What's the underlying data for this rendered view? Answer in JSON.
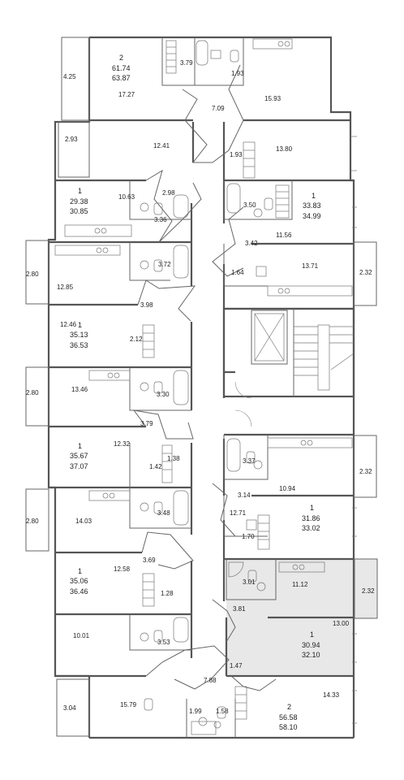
{
  "colors": {
    "highlight": "#e8e8e8",
    "wall": "#555555",
    "fixture": "#777777",
    "text": "#222222"
  },
  "highlighted_unit": "right-unit-7",
  "left_units": [
    {
      "rooms": "2",
      "area1": "61.74",
      "area2": "63.87",
      "bal": "4.25",
      "main": "17.27"
    },
    {
      "bal": "2.93",
      "main": "12.41"
    },
    {
      "rooms": "1",
      "area1": "29.38",
      "area2": "30.85",
      "main": "10.63",
      "bath": "3.36",
      "hall": "2.98"
    },
    {
      "bal": "2.80",
      "main": "12.85",
      "bath": "3.72",
      "hall": "3.98"
    },
    {
      "rooms": "1",
      "area1": "35.13",
      "area2": "36.53",
      "main": "12.46",
      "bath": "2.12"
    },
    {
      "bal": "2.80",
      "main": "13.46",
      "bath": "3.30",
      "hall": "3.79"
    },
    {
      "rooms": "1",
      "area1": "35.67",
      "area2": "37.07",
      "main": "12.32",
      "bath": "1.42",
      "wc": "1.38"
    },
    {
      "bal": "2.80",
      "main": "14.03",
      "bath": "3.48",
      "hall": "3.69"
    },
    {
      "rooms": "1",
      "area1": "35.06",
      "area2": "36.46",
      "main": "12.58",
      "bath": "1.28"
    },
    {
      "main": "10.01",
      "bath": "3.53"
    },
    {
      "rooms": "2",
      "area1": "56.58",
      "area2": "58.10",
      "bal": "3.04",
      "main": "15.79",
      "bath": "1.99",
      "wc": "1.58",
      "hall": "7.88",
      "other": "14.33"
    }
  ],
  "right_units": [
    {
      "bath": "3.79",
      "wc": "1.93",
      "main": "15.93",
      "hall": "7.09"
    },
    {
      "wc": "1.93",
      "main": "13.80"
    },
    {
      "rooms": "1",
      "area1": "33.83",
      "area2": "34.99",
      "bath": "3.50",
      "main": "11.56",
      "hall": "3.42"
    },
    {
      "wc": "1.64",
      "main": "13.71",
      "bal": "2.32"
    },
    {
      "bath": "3.37",
      "main": "10.94",
      "bal": "2.32",
      "hall": "3.14"
    },
    {
      "rooms": "1",
      "area1": "31.86",
      "area2": "33.02",
      "main": "12.71",
      "bath": "1.70"
    },
    {
      "bath": "3.01",
      "main": "11.12",
      "bal": "2.32",
      "hall": "3.81"
    },
    {
      "rooms": "1",
      "area1": "30.94",
      "area2": "32.10",
      "main": "13.00",
      "wc": "1.47"
    }
  ]
}
